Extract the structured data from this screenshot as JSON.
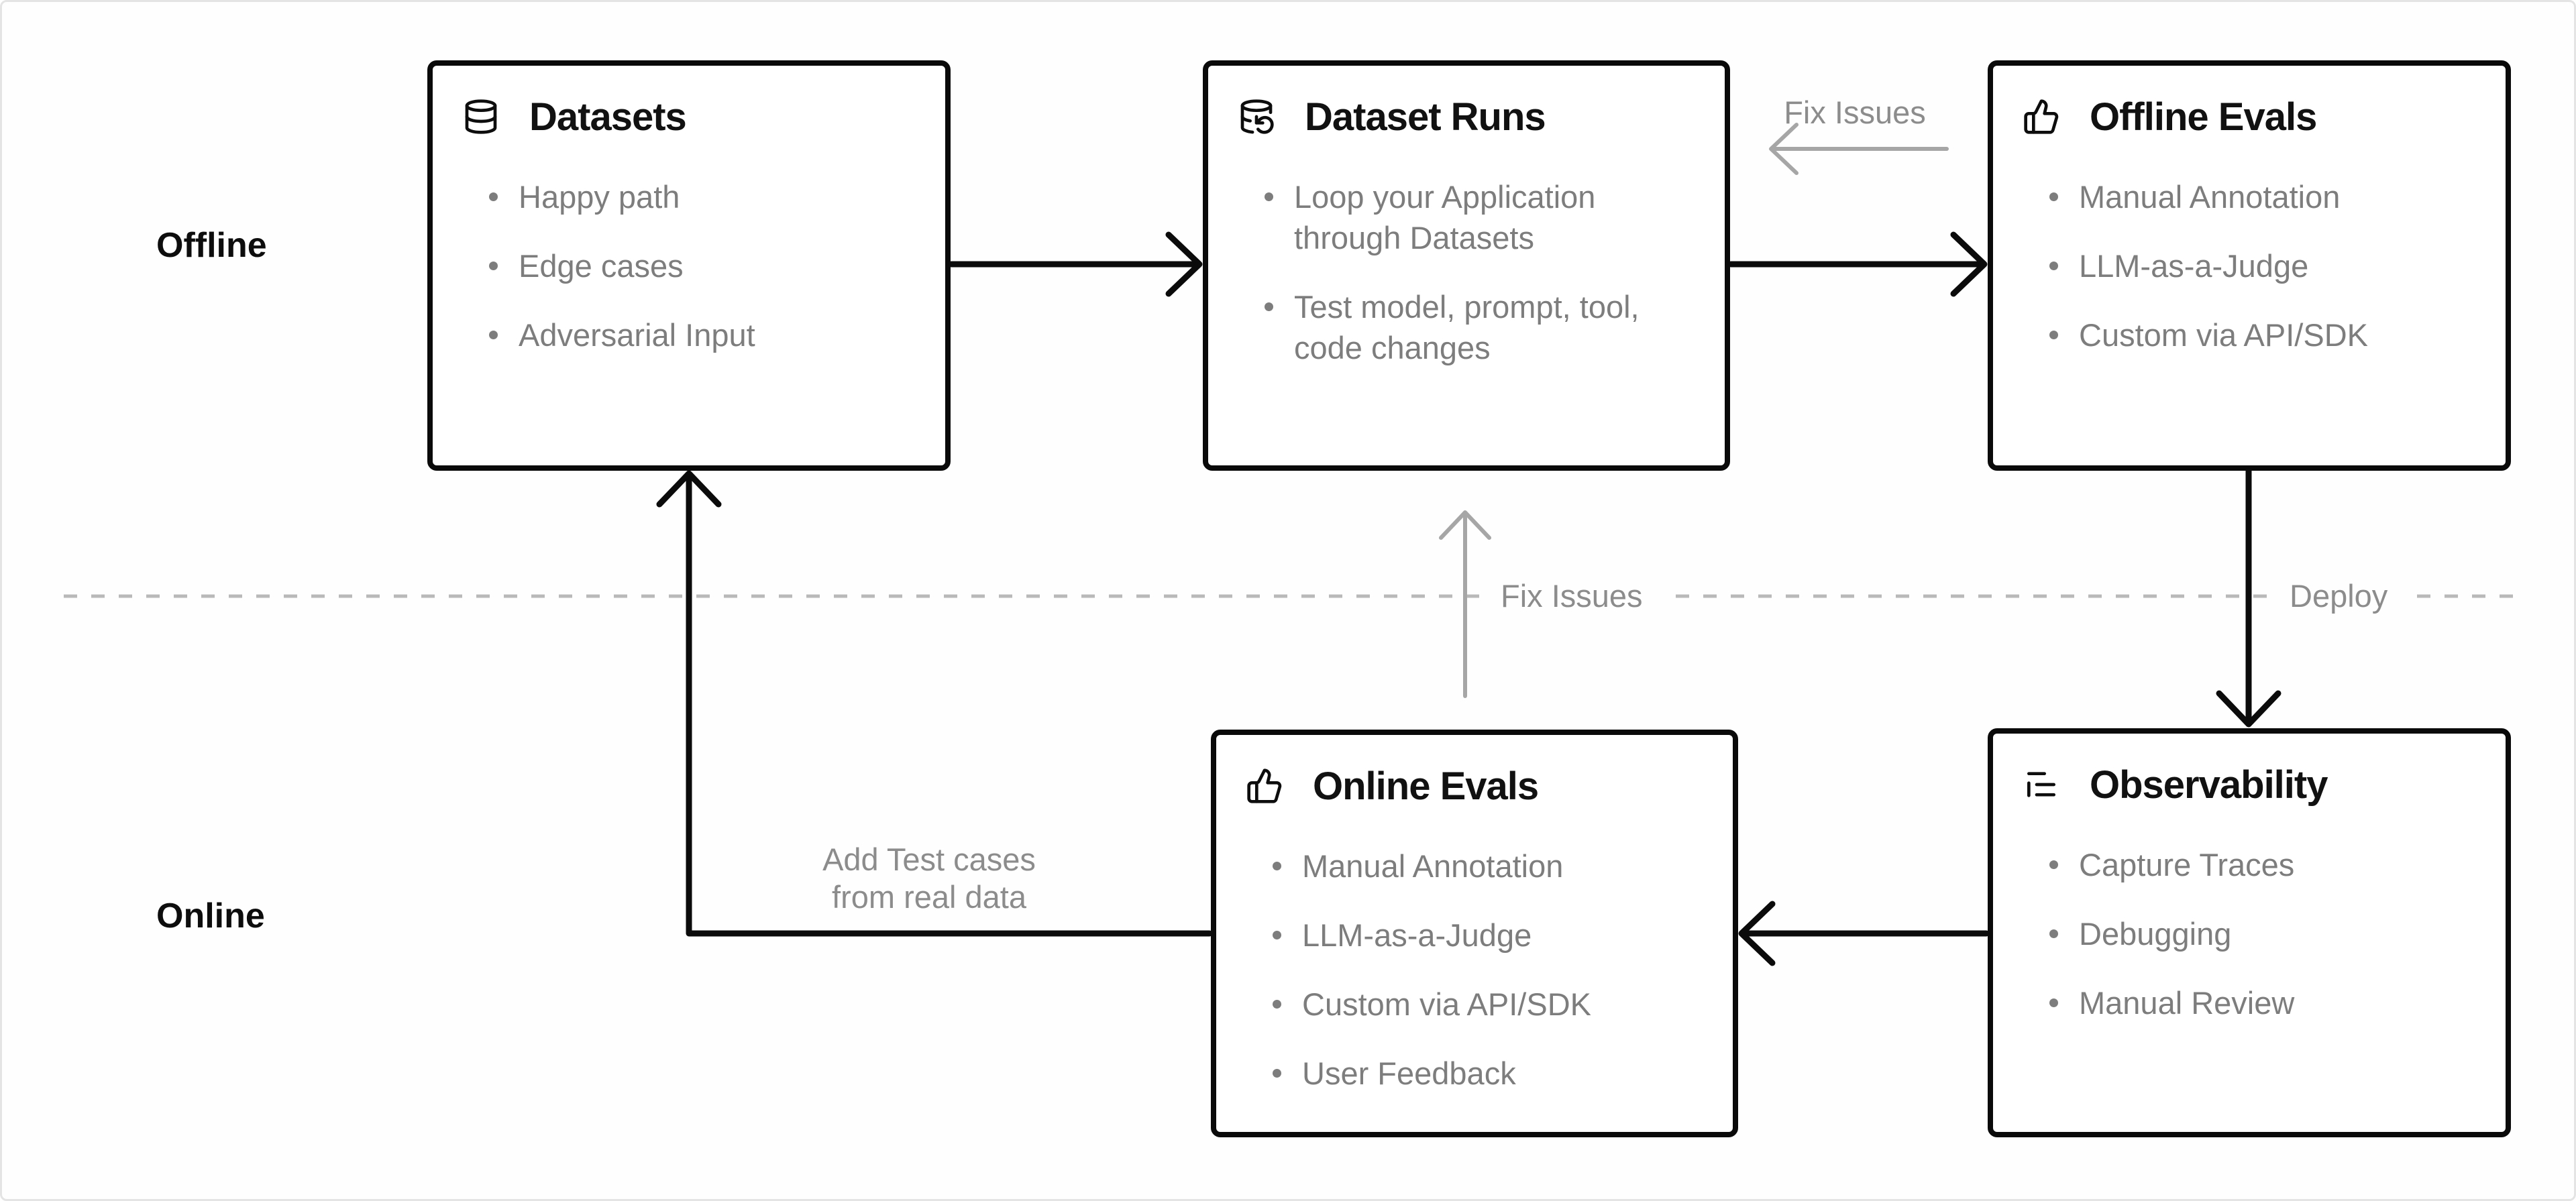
{
  "diagram": {
    "lanes": [
      {
        "label": "Offline"
      },
      {
        "label": "Online"
      }
    ],
    "nodes": [
      {
        "id": "datasets",
        "title": "Datasets",
        "icon": "database-icon",
        "bullets": [
          "Happy path",
          "Edge cases",
          "Adversarial Input"
        ]
      },
      {
        "id": "dataset-runs",
        "title": "Dataset Runs",
        "icon": "database-refresh-icon",
        "bullets": [
          "Loop your Application through Datasets",
          "Test model, prompt, tool, code changes"
        ]
      },
      {
        "id": "offline-evals",
        "title": "Offline Evals",
        "icon": "thumbs-up-icon",
        "bullets": [
          "Manual Annotation",
          "LLM-as-a-Judge",
          "Custom via API/SDK"
        ]
      },
      {
        "id": "online-evals",
        "title": "Online Evals",
        "icon": "thumbs-up-icon",
        "bullets": [
          "Manual Annotation",
          "LLM-as-a-Judge",
          "Custom via API/SDK",
          "User Feedback"
        ]
      },
      {
        "id": "observability",
        "title": "Observability",
        "icon": "list-tree-icon",
        "bullets": [
          "Capture Traces",
          "Debugging",
          "Manual Review"
        ]
      }
    ],
    "edges": [
      {
        "from": "datasets",
        "to": "dataset-runs",
        "color": "black"
      },
      {
        "from": "dataset-runs",
        "to": "offline-evals",
        "color": "black"
      },
      {
        "from": "offline-evals",
        "to": "observability",
        "label": "Deploy",
        "color": "black"
      },
      {
        "from": "observability",
        "to": "online-evals",
        "color": "black"
      },
      {
        "from": "online-evals",
        "to": "datasets",
        "label_lines": [
          "Add Test cases",
          "from real data"
        ],
        "color": "black"
      },
      {
        "from": "offline-evals",
        "to": "dataset-runs",
        "label": "Fix Issues",
        "color": "gray"
      },
      {
        "from": "online-evals",
        "to": "dataset-runs",
        "label": "Fix Issues",
        "color": "gray"
      }
    ],
    "colors": {
      "node_border": "#0a0a0a",
      "title_text": "#111111",
      "bullet_text": "#7d7d7d",
      "edge_label_text": "#8c8c8c",
      "black_arrow": "#0b0b0b",
      "gray_arrow": "#a6a6a6",
      "dashed_divider": "#b9b9b9",
      "background": "#ffffff",
      "outer_border": "#e4e4e4"
    }
  }
}
